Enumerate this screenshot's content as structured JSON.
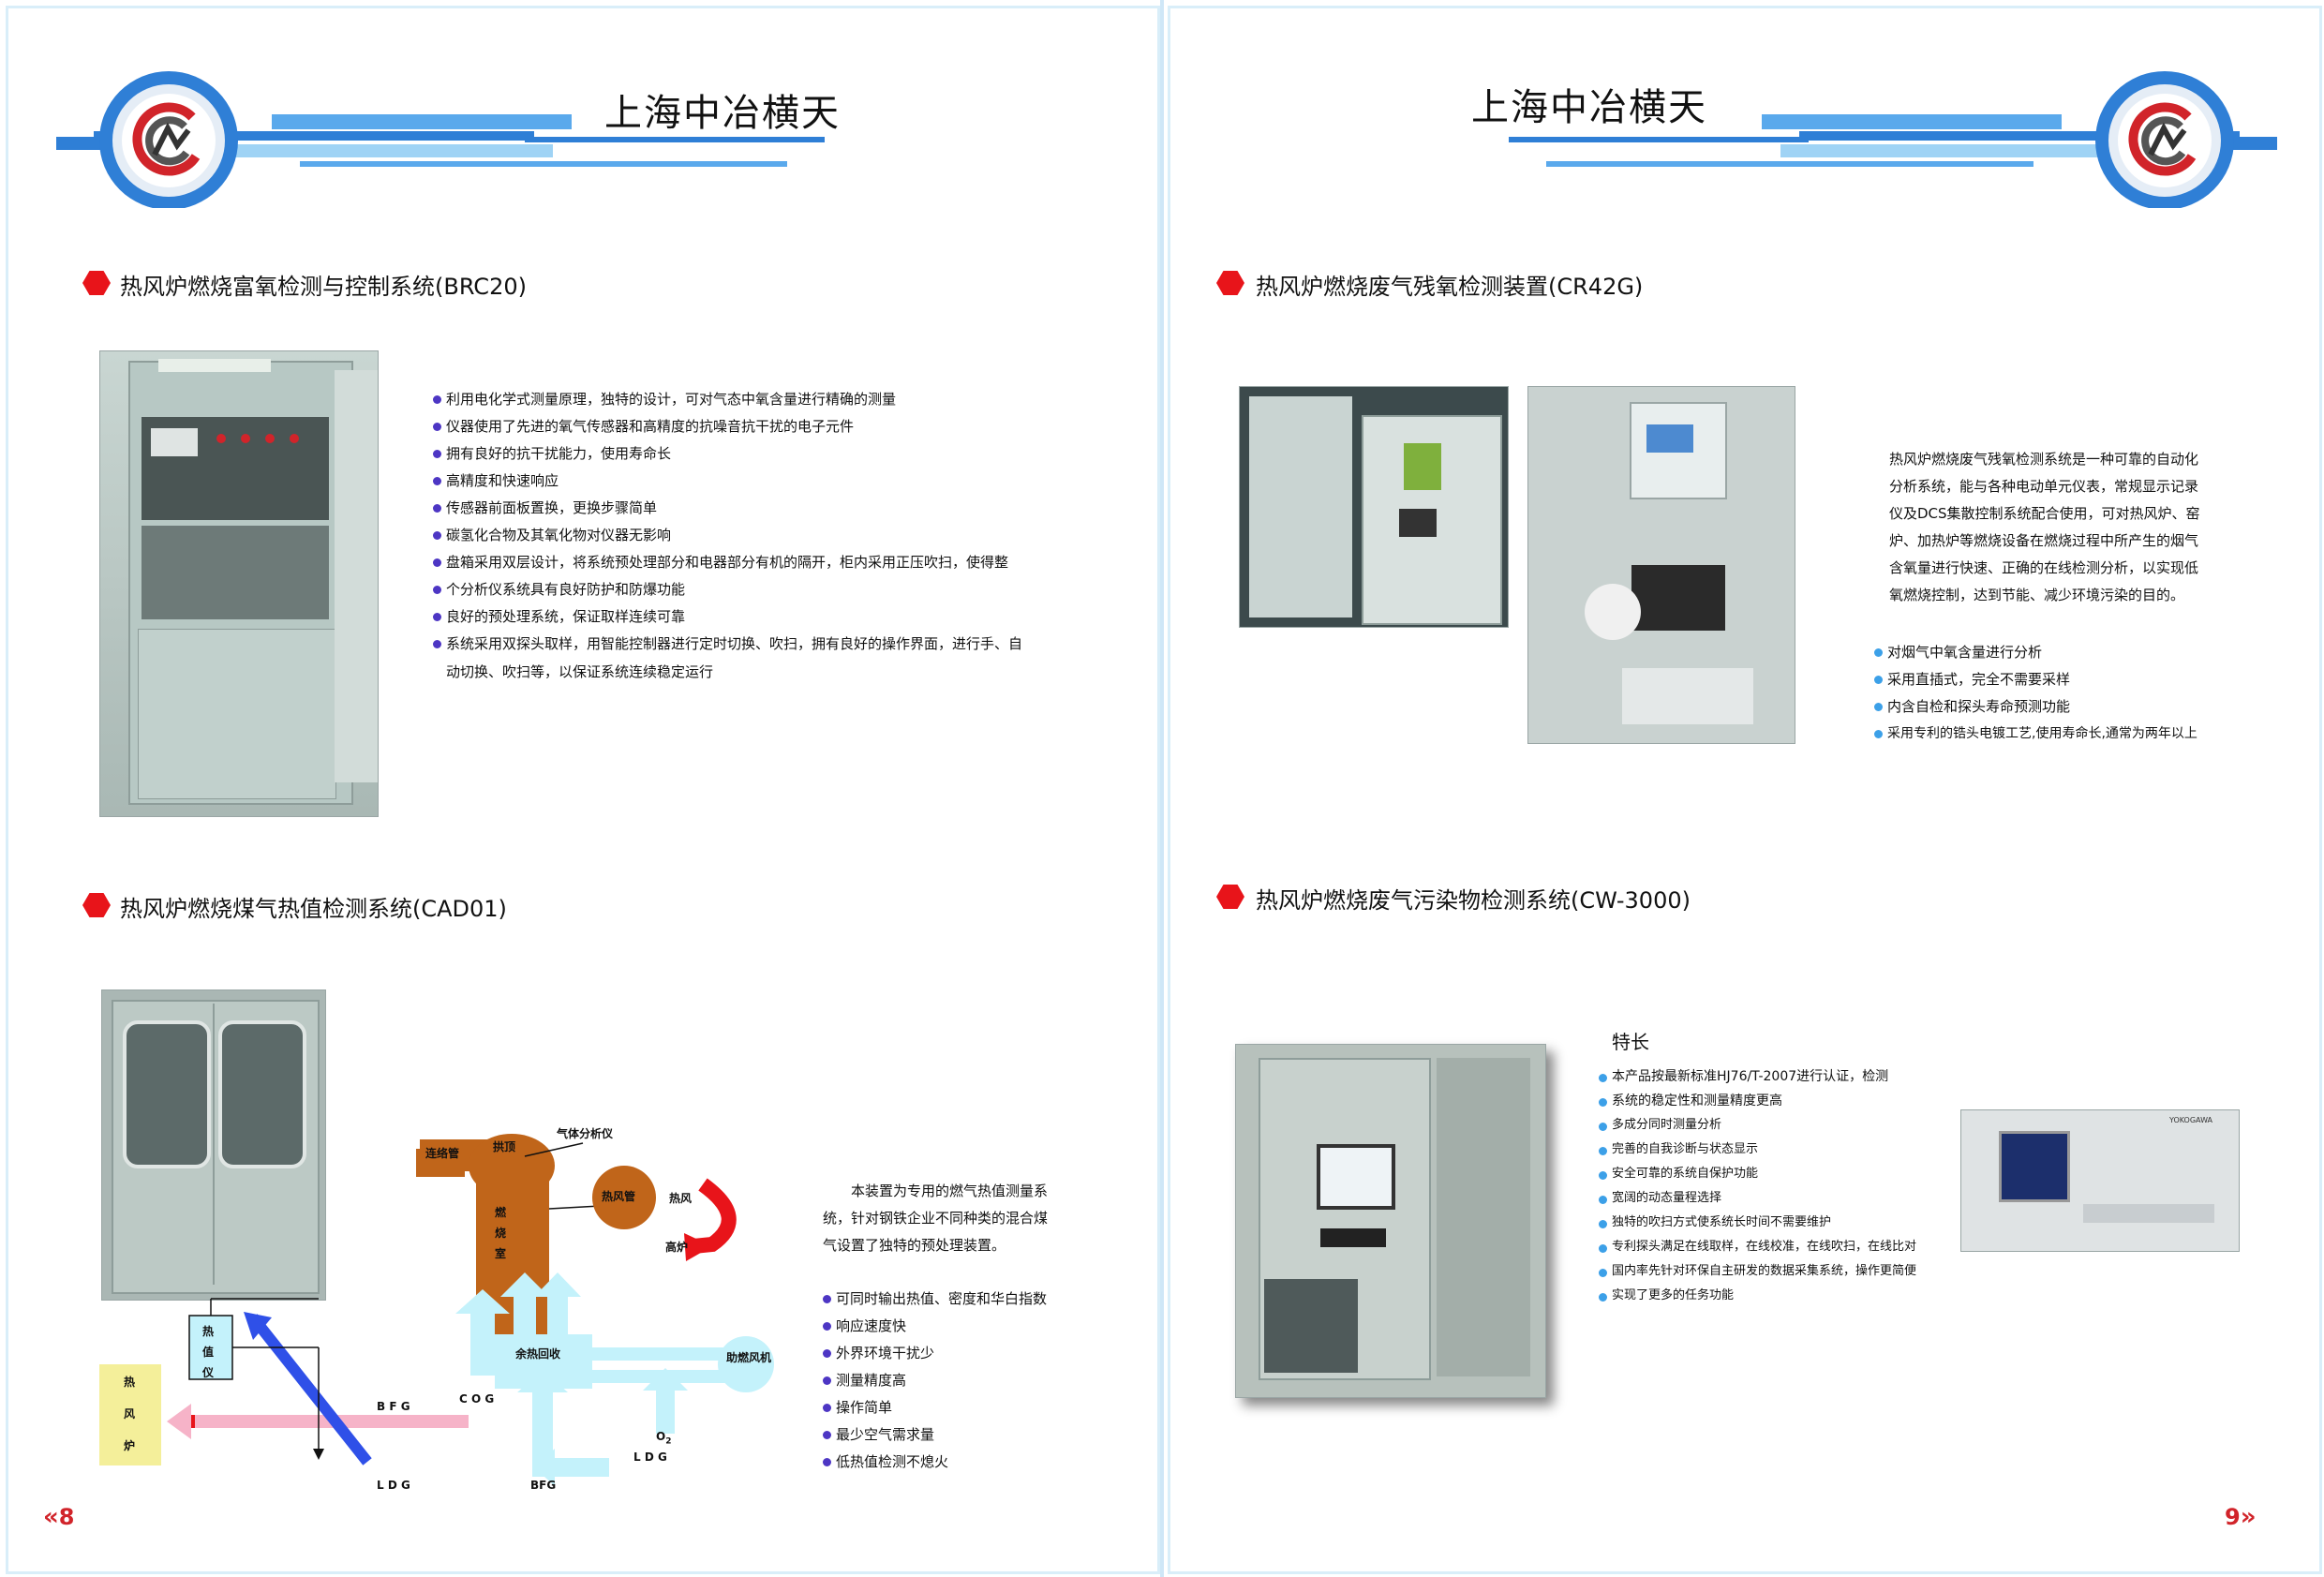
{
  "brand": "上海中冶横天",
  "left_page": {
    "section1": {
      "title": "热风炉燃烧富氧检测与控制系统(BRC20)",
      "bullets": [
        "利用电化学式测量原理，独特的设计，可对气态中氧含量进行精确的测量",
        "仪器使用了先进的氧气传感器和高精度的抗噪音抗干扰的电子元件",
        "拥有良好的抗干扰能力，使用寿命长",
        "高精度和快速响应",
        "传感器前面板置换，更换步骤简单",
        "碳氢化合物及其氧化物对仪器无影响",
        "盘箱采用双层设计，将系统预处理部分和电器部分有机的隔开，柜内采用正压吹扫，使得整",
        "个分析仪系统具有良好防护和防爆功能",
        "良好的预处理系统，保证取样连续可靠",
        "系统采用双探头取样，用智能控制器进行定时切换、吹扫，拥有良好的操作界面，进行手、自"
      ],
      "bullet_continuation": "动切换、吹扫等，以保证系统连续稳定运行"
    },
    "section2": {
      "title": "热风炉燃烧煤气热值检测系统(CAD01)",
      "intro": [
        "本装置为专用的燃气热值测量系",
        "统，针对钢铁企业不同种类的混合煤",
        "气设置了独特的预处理装置。"
      ],
      "bullets": [
        "可同时输出热值、密度和华白指数",
        "响应速度快",
        "外界环境干扰少",
        "测量精度高",
        "操作简单",
        "最少空气需求量",
        "低热值检测不熄火"
      ]
    },
    "diagram": {
      "connector_pipe": "连络管",
      "dome": "拱顶",
      "gas_analyzer": "气体分析仪",
      "combustion_chamber": [
        "燃",
        "烧",
        "室"
      ],
      "hot_blast_pipe": "热风管",
      "hot_air": "热风",
      "blast_furnace": "高炉",
      "waste_heat_recovery": "余热回收",
      "combustion_fan": "助燃风机",
      "cog": "C O G",
      "o2": "O",
      "o2_sub": "2",
      "ldg_bottom": "L D G",
      "bfg_bottom": "BFG",
      "calorimeter": [
        "热",
        "值",
        "仪"
      ],
      "hot_stove": [
        "热",
        "风",
        "炉"
      ],
      "bfg_left": "B F G",
      "ldg_left": "L D G"
    },
    "page_number": "8"
  },
  "right_page": {
    "section1": {
      "title": "热风炉燃烧废气残氧检测装置(CR42G)",
      "para": [
        "热风炉燃烧废气残氧检测系统是一种可靠的自动化",
        "分析系统，能与各种电动单元仪表，常规显示记录",
        "仪及DCS集散控制系统配合使用，可对热风炉、窑",
        "炉、加热炉等燃烧设备在燃烧过程中所产生的烟气",
        "含氧量进行快速、正确的在线检测分析，以实现低",
        "氧燃烧控制，达到节能、减少环境污染的目的。"
      ],
      "bullets": [
        "对烟气中氧含量进行分析",
        "采用直插式，完全不需要采样",
        "内含自检和探头寿命预测功能",
        "采用专利的锆头电镀工艺,使用寿命长,通常为两年以上"
      ]
    },
    "section2": {
      "title": "热风炉燃烧废气污染物检测系统(CW-3000)",
      "features_heading": "特长",
      "bullets": [
        "本产品按最新标准HJ76/T-2007进行认证，检测",
        "多成分同时测量分析",
        "完善的自我诊断与状态显示",
        "安全可靠的系统自保护功能",
        "宽阔的动态量程选择",
        "独特的吹扫方式使系统长时间不需要维护",
        "专利探头满足在线取样，在线校准，在线吹扫，在线比对",
        "国内率先针对环保自主研发的数据采集系统，操作更简便",
        "实现了更多的任务功能"
      ],
      "bullet_continuation": "系统的稳定性和测量精度更高",
      "instrument_brand": "YOKOGAWA"
    },
    "page_number": "9"
  },
  "colors": {
    "accent_red": "#e8141a",
    "brand_blue": "#2f7fd6",
    "light_blue": "#9fd3f5",
    "cyan": "#c4f2fb",
    "orange": "#c0651a",
    "yellow": "#f4ef9a",
    "bullet_purple": "#4d36c4"
  }
}
